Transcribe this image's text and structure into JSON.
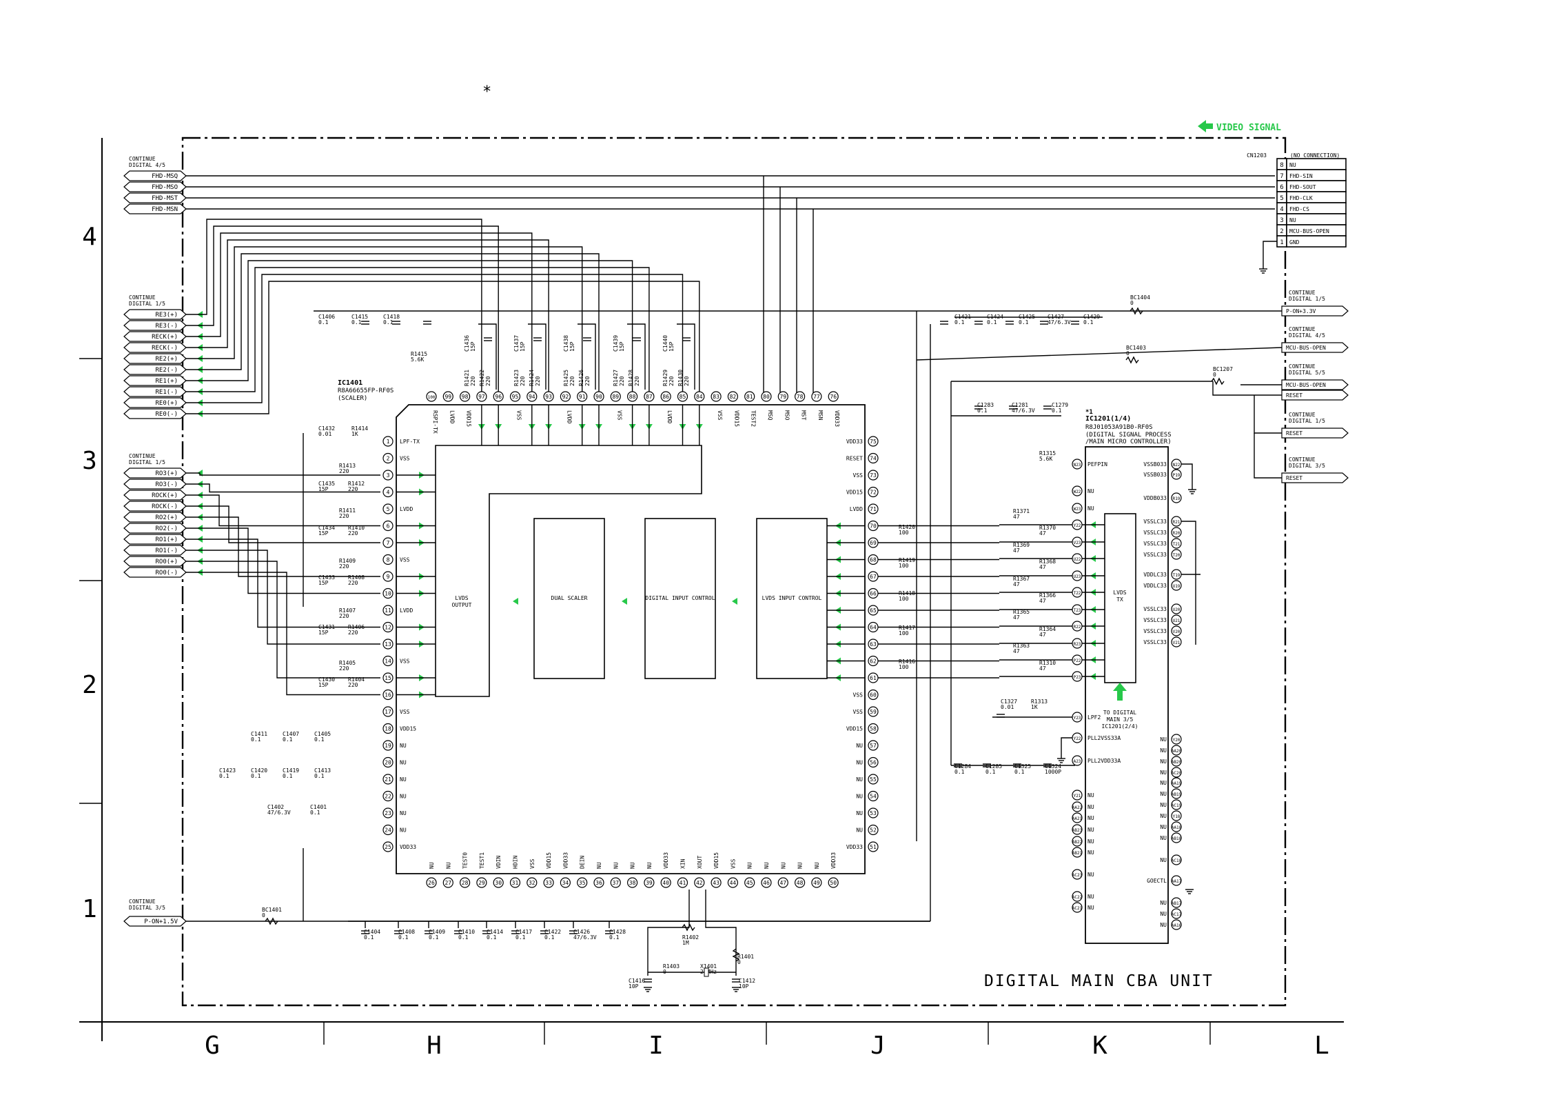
{
  "sheet": {
    "asterisk": "*",
    "unit_title": "DIGITAL MAIN CBA UNIT",
    "video_signal_label": "VIDEO SIGNAL",
    "row_labels": [
      "4",
      "3",
      "2",
      "1"
    ],
    "column_labels": [
      "G",
      "H",
      "I",
      "J",
      "K",
      "L"
    ]
  },
  "colors": {
    "signal_arrow": "#27c84a",
    "line": "#000000"
  },
  "left_connectors": {
    "group1_note": [
      "CONTINUE",
      "DIGITAL 4/5"
    ],
    "group1": [
      "FHD-MSQ",
      "FHD-MSO",
      "FHD-MST",
      "FHD-MSN"
    ],
    "group2_note": [
      "CONTINUE",
      "DIGITAL 1/5"
    ],
    "group2": [
      "RE3(+)",
      "RE3(-)",
      "RECK(+)",
      "RECK(-)",
      "RE2(+)",
      "RE2(-)",
      "RE1(+)",
      "RE1(-)",
      "RE0(+)",
      "RE0(-)"
    ],
    "group3_note": [
      "CONTINUE",
      "DIGITAL 1/5"
    ],
    "group3": [
      "RO3(+)",
      "RO3(-)",
      "ROCK(+)",
      "ROCK(-)",
      "RO2(+)",
      "RO2(-)",
      "RO1(+)",
      "RO1(-)",
      "RO0(+)",
      "RO0(-)"
    ],
    "group4_note": [
      "CONTINUE",
      "DIGITAL 3/5"
    ],
    "group4": [
      "P-ON+1.5V"
    ]
  },
  "cn1203": {
    "ref": "CN1203",
    "note": "(NO CONNECTION)",
    "pins": [
      {
        "num": "8",
        "name": "NU"
      },
      {
        "num": "7",
        "name": "FHD-SIN"
      },
      {
        "num": "6",
        "name": "FHD-SOUT"
      },
      {
        "num": "5",
        "name": "FHD-CLK"
      },
      {
        "num": "4",
        "name": "FHD-CS"
      },
      {
        "num": "3",
        "name": "NU"
      },
      {
        "num": "2",
        "name": "MCU-BUS-OPEN"
      },
      {
        "num": "1",
        "name": "GND"
      }
    ]
  },
  "right_connectors": [
    {
      "note": [
        "CONTINUE",
        "DIGITAL 1/5"
      ],
      "name": "P-ON+3.3V"
    },
    {
      "note": [
        "CONTINUE",
        "DIGITAL 4/5"
      ],
      "name": "MCU-BUS-OPEN"
    },
    {
      "note": [
        "CONTINUE",
        "DIGITAL 5/5"
      ],
      "name": "MCU-BUS-OPEN"
    },
    {
      "note": [],
      "name": "RESET"
    },
    {
      "note": [
        "CONTINUE",
        "DIGITAL 1/5"
      ],
      "name": "RESET"
    },
    {
      "note": [
        "CONTINUE",
        "DIGITAL 3/5"
      ],
      "name": "RESET"
    }
  ],
  "ic1401": {
    "ref": "IC1401",
    "part": "R8A66655FP-RF0S",
    "role": "(SCALER)",
    "blocks": [
      "LVDS OUTPUT",
      "DUAL SCALER",
      "DIGITAL INPUT CONTROL",
      "LVDS INPUT CONTROL"
    ],
    "left_pins": [
      {
        "num": "1",
        "name": "LPF-TX"
      },
      {
        "num": "2",
        "name": "VSS"
      },
      {
        "num": "3",
        "name": ""
      },
      {
        "num": "4",
        "name": ""
      },
      {
        "num": "5",
        "name": "LVDD"
      },
      {
        "num": "6",
        "name": ""
      },
      {
        "num": "7",
        "name": ""
      },
      {
        "num": "8",
        "name": "VSS"
      },
      {
        "num": "9",
        "name": ""
      },
      {
        "num": "10",
        "name": ""
      },
      {
        "num": "11",
        "name": "LVDD"
      },
      {
        "num": "12",
        "name": ""
      },
      {
        "num": "13",
        "name": ""
      },
      {
        "num": "14",
        "name": "VSS"
      },
      {
        "num": "15",
        "name": ""
      },
      {
        "num": "16",
        "name": ""
      },
      {
        "num": "17",
        "name": "VSS"
      },
      {
        "num": "18",
        "name": "VDD15"
      },
      {
        "num": "19",
        "name": "NU"
      },
      {
        "num": "20",
        "name": "NU"
      },
      {
        "num": "21",
        "name": "NU"
      },
      {
        "num": "22",
        "name": "NU"
      },
      {
        "num": "23",
        "name": "NU"
      },
      {
        "num": "24",
        "name": "NU"
      },
      {
        "num": "25",
        "name": "VDD33"
      }
    ],
    "right_pins": [
      {
        "num": "75",
        "name": "VDD33"
      },
      {
        "num": "74",
        "name": "RESET"
      },
      {
        "num": "73",
        "name": "VSS"
      },
      {
        "num": "72",
        "name": "VDD15"
      },
      {
        "num": "71",
        "name": "LVDD"
      },
      {
        "num": "70",
        "name": ""
      },
      {
        "num": "69",
        "name": ""
      },
      {
        "num": "68",
        "name": ""
      },
      {
        "num": "67",
        "name": ""
      },
      {
        "num": "66",
        "name": ""
      },
      {
        "num": "65",
        "name": ""
      },
      {
        "num": "64",
        "name": ""
      },
      {
        "num": "63",
        "name": ""
      },
      {
        "num": "62",
        "name": ""
      },
      {
        "num": "61",
        "name": ""
      },
      {
        "num": "60",
        "name": "VSS"
      },
      {
        "num": "59",
        "name": "VSS"
      },
      {
        "num": "58",
        "name": "VDD15"
      },
      {
        "num": "57",
        "name": "NU"
      },
      {
        "num": "56",
        "name": "NU"
      },
      {
        "num": "55",
        "name": "NU"
      },
      {
        "num": "54",
        "name": "NU"
      },
      {
        "num": "53",
        "name": "NU"
      },
      {
        "num": "52",
        "name": "NU"
      },
      {
        "num": "51",
        "name": "VDD33"
      }
    ],
    "top_pins": [
      {
        "num": "100",
        "name": "RSPI-TX"
      },
      {
        "num": "99",
        "name": "LVDD"
      },
      {
        "num": "98",
        "name": "VDD15"
      },
      {
        "num": "97",
        "name": ""
      },
      {
        "num": "96",
        "name": ""
      },
      {
        "num": "95",
        "name": "VSS"
      },
      {
        "num": "94",
        "name": ""
      },
      {
        "num": "93",
        "name": ""
      },
      {
        "num": "92",
        "name": "LVDD"
      },
      {
        "num": "91",
        "name": ""
      },
      {
        "num": "90",
        "name": ""
      },
      {
        "num": "89",
        "name": "VSS"
      },
      {
        "num": "88",
        "name": ""
      },
      {
        "num": "87",
        "name": ""
      },
      {
        "num": "86",
        "name": "LVDD"
      },
      {
        "num": "85",
        "name": ""
      },
      {
        "num": "84",
        "name": ""
      },
      {
        "num": "83",
        "name": "VSS"
      },
      {
        "num": "82",
        "name": "VDD15"
      },
      {
        "num": "81",
        "name": "TEST2"
      },
      {
        "num": "80",
        "name": "MSQ"
      },
      {
        "num": "79",
        "name": "MSO"
      },
      {
        "num": "78",
        "name": "MST"
      },
      {
        "num": "77",
        "name": "MSN"
      },
      {
        "num": "76",
        "name": "VDD33"
      }
    ],
    "bottom_pins": [
      {
        "num": "26",
        "name": "NU"
      },
      {
        "num": "27",
        "name": "NU"
      },
      {
        "num": "28",
        "name": "TEST0"
      },
      {
        "num": "29",
        "name": "TEST1"
      },
      {
        "num": "30",
        "name": "VDIN"
      },
      {
        "num": "31",
        "name": "HDIN"
      },
      {
        "num": "32",
        "name": "VSS"
      },
      {
        "num": "33",
        "name": "VDD15"
      },
      {
        "num": "34",
        "name": "VDD33"
      },
      {
        "num": "35",
        "name": "DEIN"
      },
      {
        "num": "36",
        "name": "NU"
      },
      {
        "num": "37",
        "name": "NU"
      },
      {
        "num": "38",
        "name": "NU"
      },
      {
        "num": "39",
        "name": "NU"
      },
      {
        "num": "40",
        "name": "VDD33"
      },
      {
        "num": "41",
        "name": "XIN"
      },
      {
        "num": "42",
        "name": "XOUT"
      },
      {
        "num": "43",
        "name": "VDD15"
      },
      {
        "num": "44",
        "name": "VSS"
      },
      {
        "num": "45",
        "name": "NU"
      },
      {
        "num": "46",
        "name": "NU"
      },
      {
        "num": "47",
        "name": "NU"
      },
      {
        "num": "48",
        "name": "NU"
      },
      {
        "num": "49",
        "name": "NU"
      },
      {
        "num": "50",
        "name": "VDD33"
      }
    ]
  },
  "ic1201": {
    "mark": "*1",
    "ref": "IC1201(1/4)",
    "part": "R8J01053A91B0-RF0S",
    "role": [
      "(DIGITAL SIGNAL PROCESS",
      "/MAIN MICRO CONTROLLER)"
    ],
    "tx_block": [
      "LVDS",
      "TX"
    ],
    "note": [
      "TO DIGITAL",
      "MAIN 3/5",
      "IC1201(2/4)"
    ],
    "left_pins": [
      {
        "num": "N23",
        "name": "PEFPIN"
      },
      {
        "num": "W22",
        "name": "NU"
      },
      {
        "num": "W23",
        "name": "NU"
      },
      {
        "num": "Y22",
        "name": ""
      },
      {
        "num": "V23",
        "name": ""
      },
      {
        "num": "U22",
        "name": ""
      },
      {
        "num": "U23",
        "name": ""
      },
      {
        "num": "T22",
        "name": ""
      },
      {
        "num": "T23",
        "name": ""
      },
      {
        "num": "R22",
        "name": ""
      },
      {
        "num": "R23",
        "name": ""
      },
      {
        "num": "P22",
        "name": ""
      },
      {
        "num": "P23",
        "name": ""
      },
      {
        "num": "Y23",
        "name": "LPF2"
      },
      {
        "num": "Y22",
        "name": "PLL2VSS33A"
      },
      {
        "num": "A23",
        "name": "PLL2VDD33A"
      },
      {
        "num": "Y21",
        "name": "NU"
      },
      {
        "num": "AA22",
        "name": "NU"
      },
      {
        "num": "AA21",
        "name": "NU"
      },
      {
        "num": "AB23",
        "name": "NU"
      },
      {
        "num": "AB22",
        "name": "NU"
      },
      {
        "num": "AB21",
        "name": "NU"
      },
      {
        "num": "AC23",
        "name": "NU"
      },
      {
        "num": "AC22",
        "name": "NU"
      },
      {
        "num": "AC21",
        "name": "NU"
      }
    ],
    "right_pins": [
      {
        "num": "N22",
        "name": "VSSB033"
      },
      {
        "num": "P19",
        "name": "VSSB033"
      },
      {
        "num": "R19",
        "name": "VDDB033"
      },
      {
        "num": "R21",
        "name": "VSSLC33"
      },
      {
        "num": "R20",
        "name": "VSSLC33"
      },
      {
        "num": "T21",
        "name": "VSSLC33"
      },
      {
        "num": "T20",
        "name": "VSSLC33"
      },
      {
        "num": "T19",
        "name": "VDDLC33"
      },
      {
        "num": "U19",
        "name": "VDDLC33"
      },
      {
        "num": "U20",
        "name": "VSSLC33"
      },
      {
        "num": "U21",
        "name": "VSSLC33"
      },
      {
        "num": "V20",
        "name": "VSSLC33"
      },
      {
        "num": "V21",
        "name": "VSSLC33"
      },
      {
        "num": "Y20",
        "name": "NU"
      },
      {
        "num": "AA20",
        "name": "NU"
      },
      {
        "num": "AB20",
        "name": "NU"
      },
      {
        "num": "AC20",
        "name": "NU"
      },
      {
        "num": "AA19",
        "name": "NU"
      },
      {
        "num": "AB19",
        "name": "NU"
      },
      {
        "num": "AC19",
        "name": "NU"
      },
      {
        "num": "Y18",
        "name": "NU"
      },
      {
        "num": "AA18",
        "name": "NU"
      },
      {
        "num": "AB18",
        "name": "NU"
      },
      {
        "num": "AC18",
        "name": "NU"
      },
      {
        "num": "AA17",
        "name": "GOECTL"
      },
      {
        "num": "AB17",
        "name": "NU"
      },
      {
        "num": "AC17",
        "name": "NU"
      },
      {
        "num": "AA16",
        "name": "NU"
      }
    ]
  },
  "components": [
    {
      "ref": "C1406",
      "value": "0.1"
    },
    {
      "ref": "C1415",
      "value": "0.1"
    },
    {
      "ref": "C1418",
      "value": "0.1"
    },
    {
      "ref": "R1415",
      "value": "5.6K"
    },
    {
      "ref": "C1432",
      "value": "0.01"
    },
    {
      "ref": "R1414",
      "value": "1K"
    },
    {
      "ref": "R1413",
      "value": "220"
    },
    {
      "ref": "C1435",
      "value": "15P"
    },
    {
      "ref": "R1412",
      "value": "220"
    },
    {
      "ref": "R1411",
      "value": "220"
    },
    {
      "ref": "C1434",
      "value": "15P"
    },
    {
      "ref": "R1410",
      "value": "220"
    },
    {
      "ref": "R1409",
      "value": "220"
    },
    {
      "ref": "C1433",
      "value": "15P"
    },
    {
      "ref": "R1408",
      "value": "220"
    },
    {
      "ref": "R1407",
      "value": "220"
    },
    {
      "ref": "C1431",
      "value": "15P"
    },
    {
      "ref": "R1406",
      "value": "220"
    },
    {
      "ref": "R1405",
      "value": "220"
    },
    {
      "ref": "C1430",
      "value": "15P"
    },
    {
      "ref": "R1404",
      "value": "220"
    },
    {
      "ref": "C1411",
      "value": "0.1"
    },
    {
      "ref": "C1407",
      "value": "0.1"
    },
    {
      "ref": "C1405",
      "value": "0.1"
    },
    {
      "ref": "C1423",
      "value": "0.1"
    },
    {
      "ref": "C1420",
      "value": "0.1"
    },
    {
      "ref": "C1419",
      "value": "0.1"
    },
    {
      "ref": "C1413",
      "value": "0.1"
    },
    {
      "ref": "C1402",
      "value": "47/6.3V"
    },
    {
      "ref": "C1401",
      "value": "0.1"
    },
    {
      "ref": "BC1401",
      "value": "0"
    },
    {
      "ref": "C1404",
      "value": "0.1"
    },
    {
      "ref": "C1408",
      "value": "0.1"
    },
    {
      "ref": "C1409",
      "value": "0.1"
    },
    {
      "ref": "C1410",
      "value": "0.1"
    },
    {
      "ref": "C1414",
      "value": "0.1"
    },
    {
      "ref": "C1417",
      "value": "0.1"
    },
    {
      "ref": "C1422",
      "value": "0.1"
    },
    {
      "ref": "C1426",
      "value": "47/6.3V"
    },
    {
      "ref": "C1428",
      "value": "0.1"
    },
    {
      "ref": "R1402",
      "value": "1M"
    },
    {
      "ref": "R1401",
      "value": "0"
    },
    {
      "ref": "R1403",
      "value": "0"
    },
    {
      "ref": "X1401",
      "value": "27MHz"
    },
    {
      "ref": "C1416",
      "value": "10P"
    },
    {
      "ref": "C1412",
      "value": "10P"
    },
    {
      "ref": "C1421",
      "value": "0.1"
    },
    {
      "ref": "C1424",
      "value": "0.1"
    },
    {
      "ref": "C1425",
      "value": "0.1"
    },
    {
      "ref": "C1427",
      "value": "47/6.3V"
    },
    {
      "ref": "C1429",
      "value": "0.1"
    },
    {
      "ref": "BC1404",
      "value": "0"
    },
    {
      "ref": "BC1403",
      "value": "0"
    },
    {
      "ref": "BC1207",
      "value": "0"
    },
    {
      "ref": "C1283",
      "value": "0.1"
    },
    {
      "ref": "C1281",
      "value": "47/6.3V"
    },
    {
      "ref": "C1279",
      "value": "0.1"
    },
    {
      "ref": "R1315",
      "value": "5.6K"
    },
    {
      "ref": "R1371",
      "value": "47"
    },
    {
      "ref": "R1370",
      "value": "47"
    },
    {
      "ref": "R1369",
      "value": "47"
    },
    {
      "ref": "R1368",
      "value": "47"
    },
    {
      "ref": "R1367",
      "value": "47"
    },
    {
      "ref": "R1366",
      "value": "47"
    },
    {
      "ref": "R1365",
      "value": "47"
    },
    {
      "ref": "R1364",
      "value": "47"
    },
    {
      "ref": "R1363",
      "value": "47"
    },
    {
      "ref": "R1310",
      "value": "47"
    },
    {
      "ref": "R1420",
      "value": "100"
    },
    {
      "ref": "R1419",
      "value": "100"
    },
    {
      "ref": "R1418",
      "value": "100"
    },
    {
      "ref": "R1417",
      "value": "100"
    },
    {
      "ref": "R1416",
      "value": "100"
    },
    {
      "ref": "C1327",
      "value": "0.01"
    },
    {
      "ref": "R1313",
      "value": "1K"
    },
    {
      "ref": "C1284",
      "value": "0.1"
    },
    {
      "ref": "C1285",
      "value": "0.1"
    },
    {
      "ref": "C1325",
      "value": "0.1"
    },
    {
      "ref": "C1324",
      "value": "1000P"
    }
  ],
  "top_resistors": [
    {
      "c": "C1436",
      "cv": "15P",
      "r1": "R1421",
      "r1v": "220",
      "r2": "R1422",
      "r2v": "220"
    },
    {
      "c": "C1437",
      "cv": "15P",
      "r1": "R1423",
      "r1v": "220",
      "r2": "R1424",
      "r2v": "220"
    },
    {
      "c": "C1438",
      "cv": "15P",
      "r1": "R1425",
      "r1v": "220",
      "r2": "R1426",
      "r2v": "220"
    },
    {
      "c": "C1439",
      "cv": "15P",
      "r1": "R1427",
      "r1v": "220",
      "r2": "R1428",
      "r2v": "220"
    },
    {
      "c": "C1440",
      "cv": "15P",
      "r1": "R1429",
      "r1v": "220",
      "r2": "R1430",
      "r2v": "220"
    }
  ]
}
